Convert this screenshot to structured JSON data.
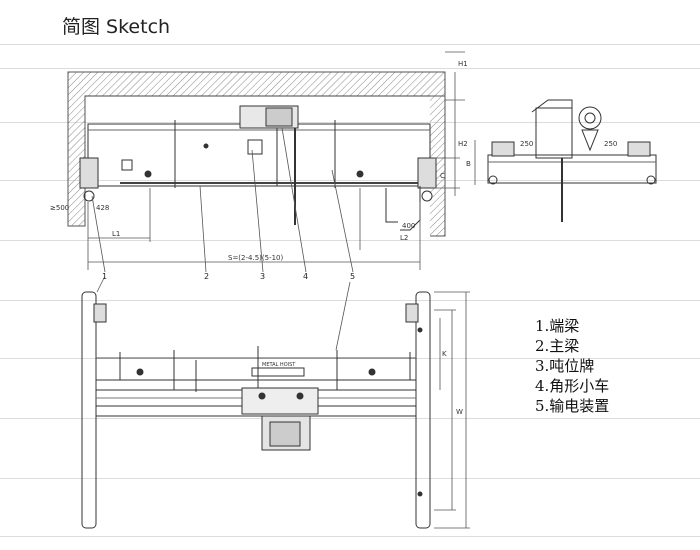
{
  "title": "简图 Sketch",
  "legend": [
    "1.端梁",
    "2.主梁",
    "3.吨位牌",
    "4.角形小车",
    "5.输电装置"
  ],
  "callouts": [
    "1",
    "2",
    "3",
    "4",
    "5"
  ],
  "dimensions": {
    "span": "S=(2-4.5)(5-10)",
    "l1": "L1",
    "l2": "L2",
    "h1": "H1",
    "h2": "H2",
    "b": "B",
    "c": "C",
    "k": "K",
    "w": "W",
    "d500": "500",
    "d400": "400",
    "d428": "428",
    "d250a": "250",
    "d250b": "250",
    "d1": "≥500"
  },
  "nameplate": "METAL HOIST"
}
